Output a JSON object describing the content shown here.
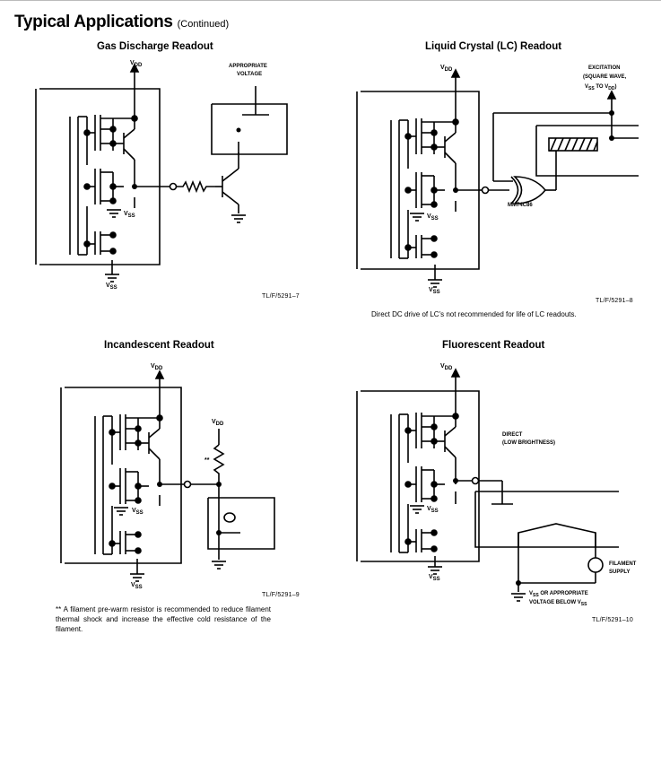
{
  "page": {
    "heading": "Typical Applications",
    "heading_suffix": "(Continued)"
  },
  "gas": {
    "title": "Gas Discharge Readout",
    "vdd": "V",
    "vdd_sub": "DD",
    "approp_line1": "APPROPRIATE",
    "approp_line2": "VOLTAGE",
    "vss": "V",
    "vss_sub": "SS",
    "ref": "TL/F/5291–7"
  },
  "lc": {
    "title": "Liquid Crystal (LC) Readout",
    "vdd": "V",
    "vdd_sub": "DD",
    "excitation_line1": "EXCITATION",
    "excitation_line2": "(SQUARE WAVE,",
    "excitation_line3a": "V",
    "excitation_line3a_sub": "SS",
    "excitation_line3b": " TO V",
    "excitation_line3b_sub": "DD",
    "excitation_line3c": ")",
    "gate": "MM74C86",
    "vss": "V",
    "vss_sub": "SS",
    "ref": "TL/F/5291–8",
    "note": "Direct DC drive of LC's not recommended for life of LC readouts."
  },
  "inc": {
    "title": "Incandescent Readout",
    "vdd": "V",
    "vdd_sub": "DD",
    "vdd2": "V",
    "vdd2_sub": "DD",
    "marker": "**",
    "vss": "V",
    "vss_sub": "SS",
    "ref": "TL/F/5291–9",
    "footnote": "** A filament pre-warm resistor is recommended to reduce filament thermal shock and increase the effective cold resistance of the filament."
  },
  "flu": {
    "title": "Fluorescent Readout",
    "vdd": "V",
    "vdd_sub": "DD",
    "direct_line1": "DIRECT",
    "direct_line2": "(LOW BRIGHTNESS)",
    "filament_line1": "FILAMENT",
    "filament_line2": "SUPPLY",
    "vss_or_line1a": "V",
    "vss_or_line1a_sub": "SS",
    "vss_or_line1b": " OR APPROPRIATE",
    "vss_or_line2a": "VOLTAGE BELOW V",
    "vss_or_line2a_sub": "SS",
    "vss": "V",
    "vss_sub": "SS",
    "ref": "TL/F/5291–10"
  }
}
